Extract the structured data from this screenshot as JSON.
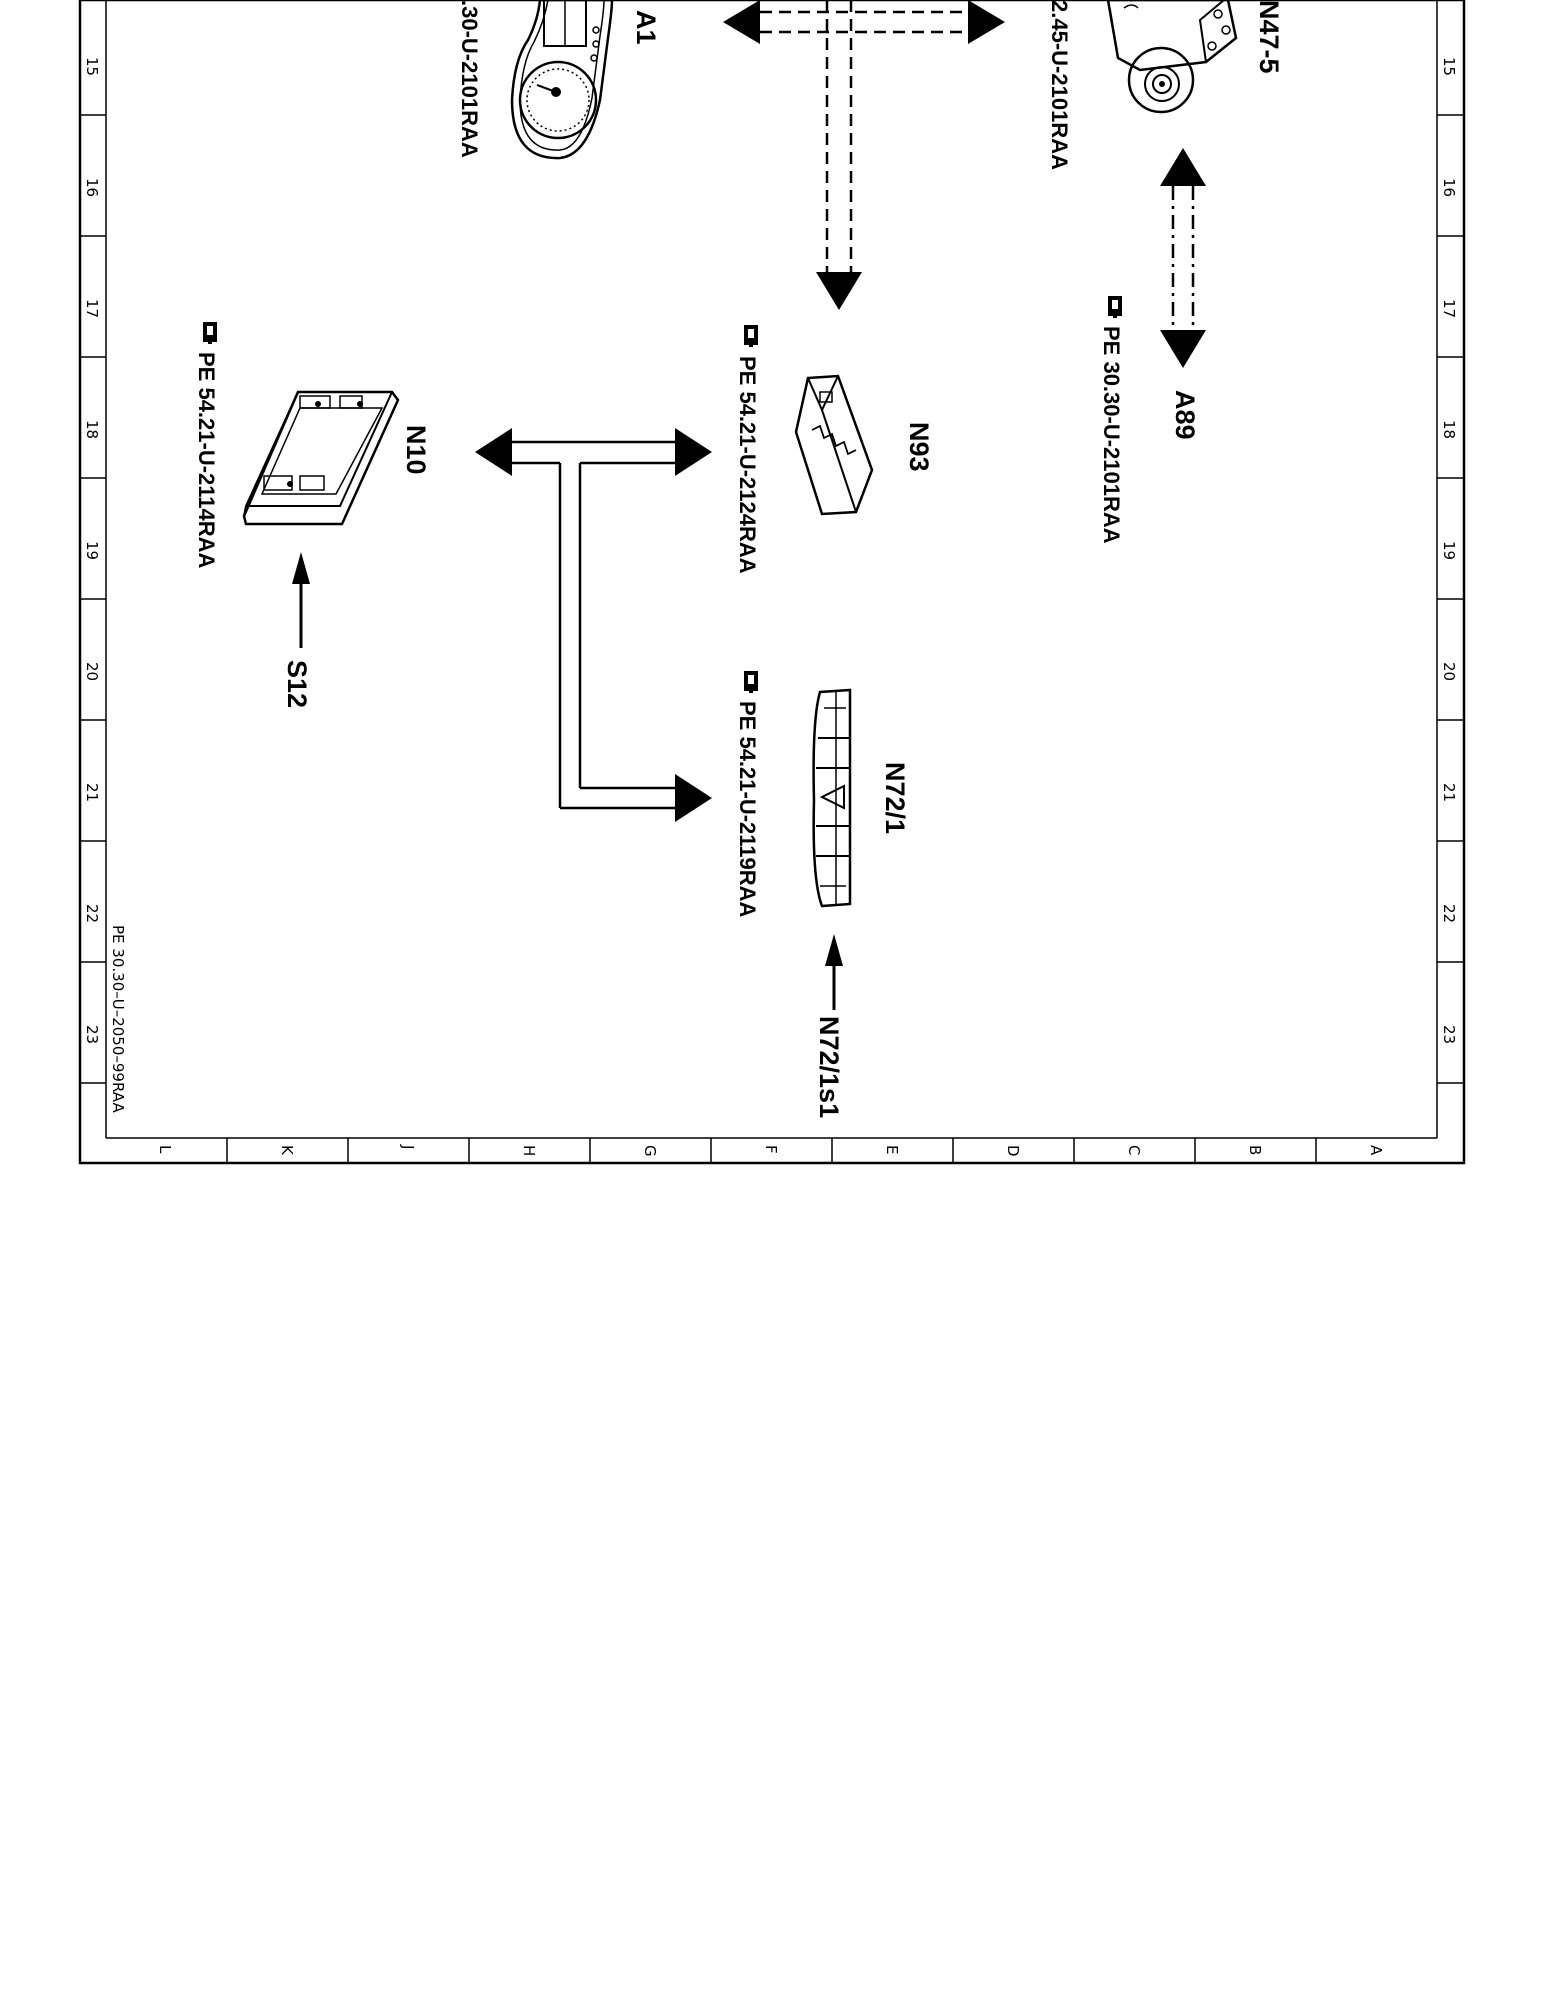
{
  "frame": {
    "row_numbers": [
      "15",
      "16",
      "17",
      "18",
      "19",
      "20",
      "21",
      "22",
      "23"
    ],
    "column_letters": [
      "L",
      "K",
      "J",
      "H",
      "G",
      "F",
      "E",
      "D",
      "C",
      "B",
      "A"
    ],
    "drawing_number": "PE 30.30–U–2050–99RAA"
  },
  "components": {
    "a1": {
      "label": "A1",
      "ref": ".30-U-2101RAA"
    },
    "n47": {
      "label": "N47-5",
      "ref": "2.45-U-2101RAA"
    },
    "a89": {
      "label": "A89",
      "ref": "PE 30.30-U-2101RAA"
    },
    "n93": {
      "label": "N93",
      "ref": "PE 54.21-U-2124RAA"
    },
    "n10": {
      "label": "N10",
      "ref": "PE 54.21-U-2114RAA"
    },
    "s12": {
      "label": "S12"
    },
    "n72": {
      "label": "N72/1",
      "ref": "PE 54.21-U-2119RAA"
    },
    "n72s1": {
      "label": "N72/1s1"
    }
  }
}
